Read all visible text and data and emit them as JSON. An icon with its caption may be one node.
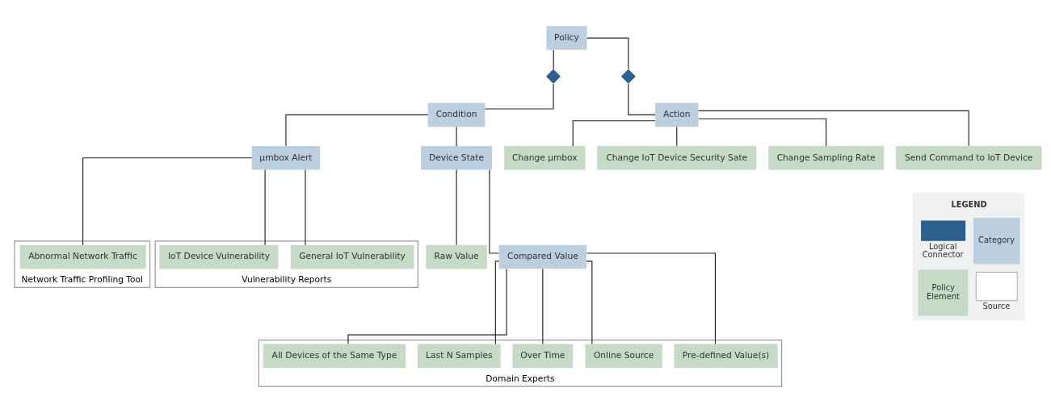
{
  "diagram": {
    "nodes": [
      {
        "text": [
          "Policy"
        ]
      },
      {
        "text": [],
        "shape": "diamond"
      },
      {
        "text": [],
        "shape": "diamond"
      },
      {
        "text": [
          "Condition"
        ]
      },
      {
        "text": [
          "Action"
        ]
      },
      {
        "text": [
          "µmbox Alert"
        ]
      },
      {
        "text": [
          "Device State"
        ]
      },
      {
        "text": [
          "Change µmbox"
        ]
      },
      {
        "text": [
          "Change IoT Device Security Sate"
        ]
      },
      {
        "text": [
          "Change Sampling Rate"
        ]
      },
      {
        "text": [
          "Send Command to IoT Device"
        ]
      },
      {
        "text": [
          "Network Traffic Profiling Tool"
        ]
      },
      {
        "text": [
          "Abnormal Network Traffic"
        ],
        "in": 11
      },
      {
        "text": [
          "Vulnerability Reports"
        ]
      },
      {
        "text": [
          "General IoT Vulnerability"
        ],
        "in": 13
      },
      {
        "text": [
          "IoT Device Vulnerability"
        ],
        "in": 13
      },
      {
        "text": [
          "Raw Value"
        ]
      },
      {
        "text": [
          "Compared Value"
        ]
      },
      {
        "text": [
          "Domain Experts"
        ]
      },
      {
        "text": [
          "Pre-defined Value(s)"
        ],
        "in": 18
      },
      {
        "text": [
          "Online Source"
        ],
        "in": 18
      },
      {
        "text": [
          "Over Time"
        ],
        "in": 18
      },
      {
        "text": [
          "Last N Samples"
        ],
        "in": 18
      },
      {
        "text": [
          "All Devices of the Same Type"
        ],
        "in": 18
      }
    ],
    "edges": [
      {
        "from": 0,
        "to": 1,
        "arrow": "none"
      },
      {
        "from": 0,
        "to": 2,
        "arrow": "none"
      },
      {
        "from": 1,
        "to": 3,
        "arrow": "none"
      },
      {
        "from": 2,
        "to": 4,
        "arrow": "none"
      },
      {
        "from": 3,
        "to": 5,
        "arrow": "none"
      },
      {
        "from": 3,
        "to": 6,
        "arrow": "none"
      },
      {
        "from": 4,
        "to": 7,
        "arrow": "none"
      },
      {
        "from": 4,
        "to": 8,
        "arrow": "none"
      },
      {
        "from": 4,
        "to": 9,
        "arrow": "none"
      },
      {
        "from": 4,
        "to": 10,
        "arrow": "none"
      },
      {
        "from": 5,
        "to": 12,
        "arrow": "none"
      },
      {
        "from": 5,
        "to": 14,
        "arrow": "none"
      },
      {
        "from": 5,
        "to": 15,
        "arrow": "none"
      },
      {
        "from": 6,
        "to": 16,
        "arrow": "none"
      },
      {
        "from": 6,
        "to": 17,
        "arrow": "none"
      },
      {
        "from": 17,
        "to": 19,
        "arrow": "none"
      },
      {
        "from": 17,
        "to": 20,
        "arrow": "none"
      },
      {
        "from": 17,
        "to": 21,
        "arrow": "none"
      },
      {
        "from": 17,
        "to": 22,
        "arrow": "none"
      },
      {
        "from": 17,
        "to": 23,
        "arrow": "none"
      }
    ],
    "labels": [
      "LEGEND"
    ],
    "legend": [
      {
        "text": "Logical Connector"
      },
      {
        "text": "Category",
        "color": "#bccfdf"
      },
      {
        "text": "Policy Element",
        "color": "#c6dbc6"
      },
      {
        "text": "Source"
      }
    ]
  }
}
